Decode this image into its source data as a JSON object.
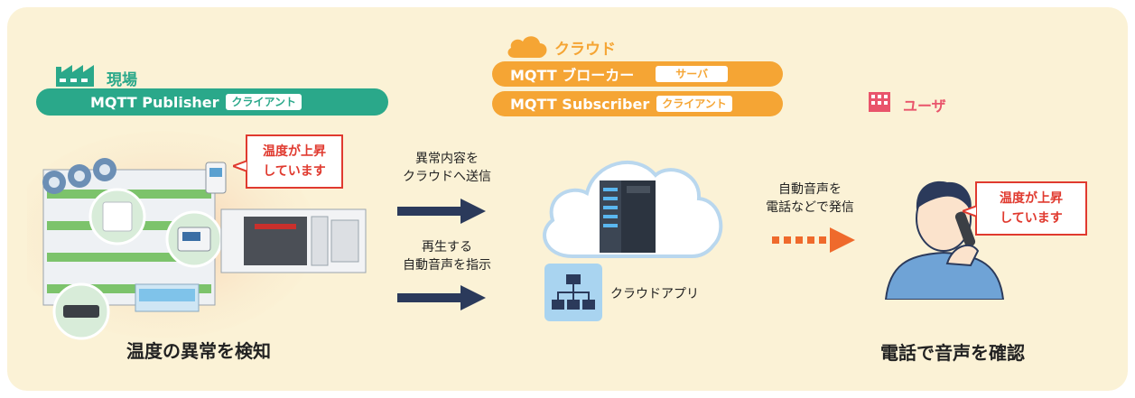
{
  "factory": {
    "site_label": "現場",
    "publisher_label": "MQTT Publisher",
    "publisher_tag": "クライアント",
    "alert_line1": "温度が上昇",
    "alert_line2": "しています",
    "caption": "温度の異常を検知"
  },
  "cloud": {
    "title": "クラウド",
    "broker_label": "MQTT ブローカー",
    "broker_tag": "サーバ",
    "subscriber_label": "MQTT Subscriber",
    "subscriber_tag": "クライアント",
    "app_label": "クラウドアプリ"
  },
  "flow": {
    "step1_line1": "異常内容を",
    "step1_line2": "クラウドへ送信",
    "step2_line1": "再生する",
    "step2_line2": "自動音声を指示",
    "step3_line1": "自動音声を",
    "step3_line2": "電話などで発信"
  },
  "user": {
    "label": "ユーザ",
    "alert_line1": "温度が上昇",
    "alert_line2": "しています",
    "caption": "電話で音声を確認"
  },
  "colors": {
    "green": "#2aa88a",
    "orange": "#f5a534",
    "pink": "#e9546b",
    "navy": "#2b3a5b",
    "alert_red": "#e03a2f"
  }
}
